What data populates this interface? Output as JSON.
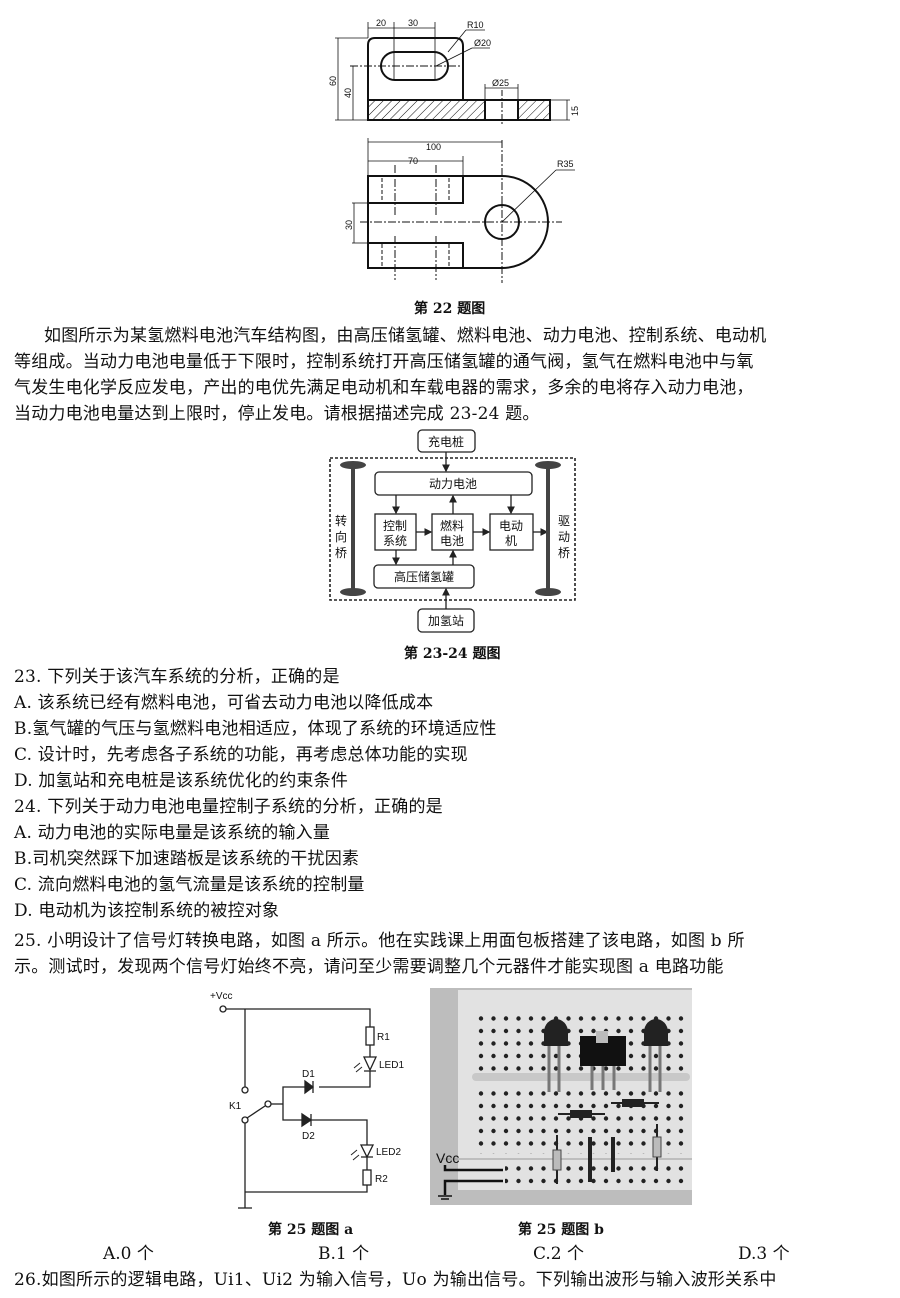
{
  "fig22": {
    "dims": {
      "d20": "20",
      "d30": "30",
      "r10": "R10",
      "dia20": "Ø20",
      "d60": "60",
      "d40": "40",
      "dia25": "Ø25",
      "d15": "15",
      "d100": "100",
      "d70": "70",
      "r35": "R35",
      "d30b": "30"
    },
    "caption": "第 22 题图"
  },
  "intro": {
    "lines": [
      "如图所示为某氢燃料电池汽车结构图，由高压储氢罐、燃料电池、动力电池、控制系统、电动机",
      "等组成。当动力电池电量低于下限时，控制系统打开高压储氢罐的通气阀，氢气在燃料电池中与氧",
      "气发生电化学反应发电，产出的电优先满足电动机和车载电器的需求，多余的电将存入动力电池，",
      "当动力电池电量达到上限时，停止发电。请根据描述完成 23-24 题。"
    ]
  },
  "fig2324": {
    "charging_pile": "充电桩",
    "power_battery": "动力电池",
    "control_system_1": "控制",
    "control_system_2": "系统",
    "fuel_cell_1": "燃料",
    "fuel_cell_2": "电池",
    "motor_1": "电动",
    "motor_2": "机",
    "tank": "高压储氢罐",
    "hydrogen_station": "加氢站",
    "steer_axle": [
      "转",
      "向",
      "桥"
    ],
    "drive_axle": [
      "驱",
      "动",
      "桥"
    ],
    "caption": "第 23-24 题图"
  },
  "questions": {
    "q23": {
      "stem": "23.  下列关于该汽车系统的分析，正确的是",
      "options": [
        "A.  该系统已经有燃料电池，可省去动力电池以降低成本",
        "B.氢气罐的气压与氢燃料电池相适应，体现了系统的环境适应性",
        "C.  设计时，先考虑各子系统的功能，再考虑总体功能的实现",
        "D.  加氢站和充电桩是该系统优化的约束条件"
      ]
    },
    "q24": {
      "stem": "24.  下列关于动力电池电量控制子系统的分析，正确的是",
      "options": [
        "A.  动力电池的实际电量是该系统的输入量",
        "B.司机突然踩下加速踏板是该系统的干扰因素",
        "C.  流向燃料电池的氢气流量是该系统的控制量",
        "D.  电动机为该控制系统的被控对象"
      ]
    },
    "q25": {
      "stem_lines": [
        "25.  小明设计了信号灯转换电路，如图 a 所示。他在实践课上用面包板搭建了该电路，如图 b 所",
        "示。测试时，发现两个信号灯始终不亮，请问至少需要调整几个元器件才能实现图 a 电路功能"
      ],
      "options": [
        "A.0 个",
        "B.1 个",
        "C.2 个",
        "D.3 个"
      ]
    },
    "q26": {
      "stem": "26.如图所示的逻辑电路，Ui1、Ui2 为输入信号，Uo 为输出信号。下列输出波形与输入波形关系中"
    }
  },
  "fig25a": {
    "vcc": "+Vcc",
    "r1": "R1",
    "led1": "LED1",
    "d1": "D1",
    "k1": "K1",
    "d2": "D2",
    "led2": "LED2",
    "r2": "R2",
    "caption": "第 25 题图 a"
  },
  "fig25b": {
    "vcc": "Vcc",
    "caption": "第 25 题图 b"
  }
}
